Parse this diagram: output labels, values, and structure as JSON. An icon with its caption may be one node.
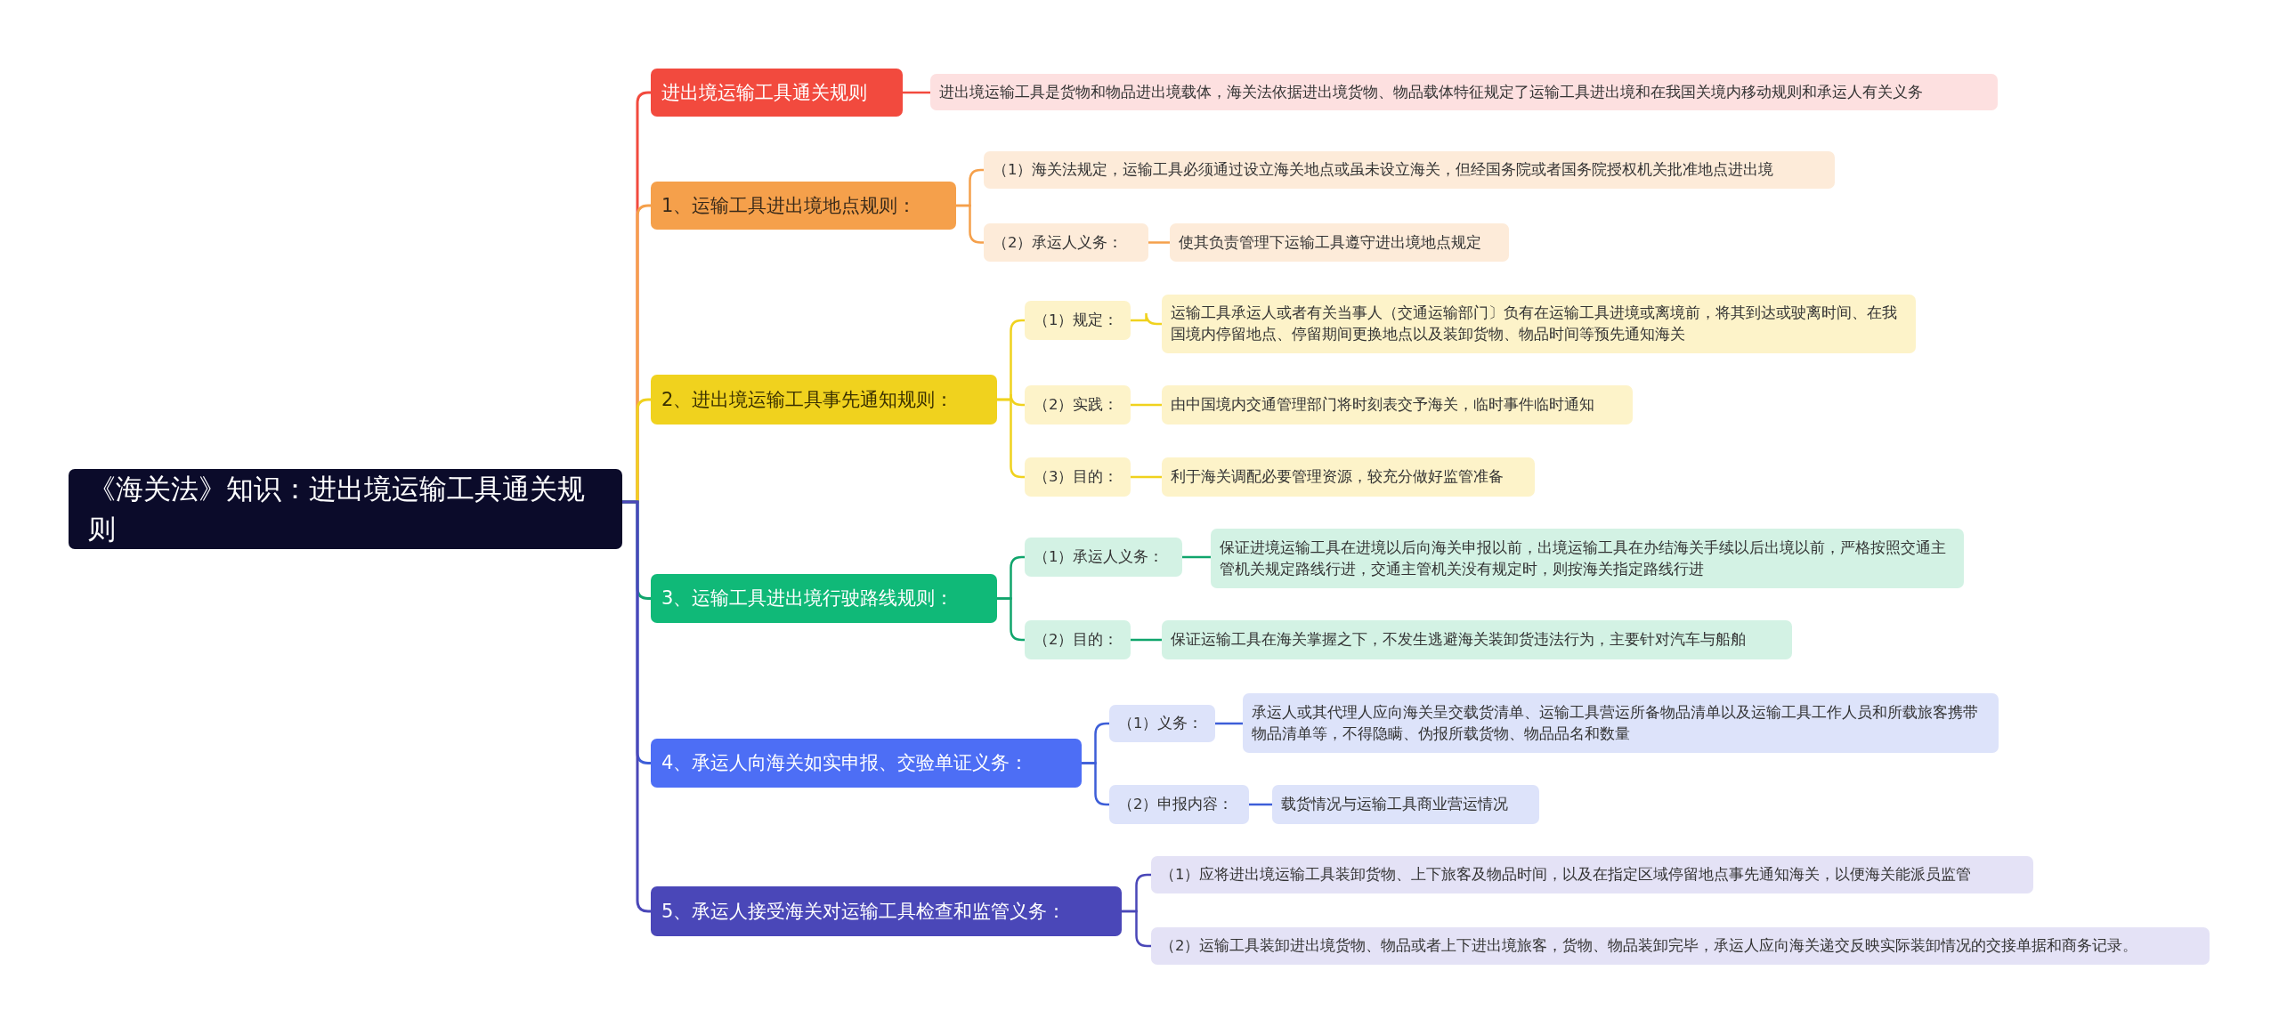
{
  "diagram": {
    "nodes": [
      {
        "text": [
          "《海关法》知识：进出境运输工具通关规则"
        ]
      },
      {
        "text": [
          "进出境运输工具通关规则"
        ]
      },
      {
        "text": [
          "进出境运输工具是货物和物品进出境载体，海关法依据进出境货物、物品载体特征规定了运输工具进出境和在我国关境内移动规则和承运人有关义务"
        ]
      },
      {
        "text": [
          "1、运输工具进出境地点规则："
        ]
      },
      {
        "text": [
          "（1）海关法规定，运输工具必须通过设立海关地点或虽未设立海关，但经国务院或者国务院授权机关批准地点进出境"
        ]
      },
      {
        "text": [
          "（2）承运人义务："
        ]
      },
      {
        "text": [
          "使其负责管理下运输工具遵守进出境地点规定"
        ]
      },
      {
        "text": [
          "2、进出境运输工具事先通知规则："
        ]
      },
      {
        "text": [
          "（1）规定："
        ]
      },
      {
        "text": [
          "运输工具承运人或者有关当事人（交通运输部门〕负有在运输工具进境或离境前，将其到达或驶离时间、在我国境内停留地点、停留期间更换地点以及装卸货物、物品时间等预先通知海关"
        ]
      },
      {
        "text": [
          "（2）实践："
        ]
      },
      {
        "text": [
          "由中国境内交通管理部门将时刻表交予海关，临时事件临时通知"
        ]
      },
      {
        "text": [
          "（3）目的："
        ]
      },
      {
        "text": [
          "利于海关调配必要管理资源，较充分做好监管准备"
        ]
      },
      {
        "text": [
          "3、运输工具进出境行驶路线规则："
        ]
      },
      {
        "text": [
          "（1）承运人义务："
        ]
      },
      {
        "text": [
          "保证进境运输工具在进境以后向海关申报以前，出境运输工具在办结海关手续以后出境以前，严格按照交通主管机关规定路线行进，交通主管机关没有规定时，则按海关指定路线行进"
        ]
      },
      {
        "text": [
          "（2）目的："
        ]
      },
      {
        "text": [
          "保证运输工具在海关掌握之下，不发生逃避海关装卸货违法行为，主要针对汽车与船舶"
        ]
      },
      {
        "text": [
          "4、承运人向海关如实申报、交验单证义务："
        ]
      },
      {
        "text": [
          "（1）义务："
        ]
      },
      {
        "text": [
          "承运人或其代理人应向海关呈交载货清单、运输工具营运所备物品清单以及运输工具工作人员和所载旅客携带物品清单等，不得隐瞒、伪报所载货物、物品品名和数量"
        ]
      },
      {
        "text": [
          "（2）申报内容："
        ]
      },
      {
        "text": [
          "载货情况与运输工具商业营运情况"
        ]
      },
      {
        "text": [
          "5、承运人接受海关对运输工具检查和监管义务："
        ]
      },
      {
        "text": [
          "（1）应将进出境运输工具装卸货物、上下旅客及物品时间，以及在指定区域停留地点事先通知海关，以便海关能派员监管"
        ]
      },
      {
        "text": [
          "（2）运输工具装卸进出境货物、物品或者上下进出境旅客，货物、物品装卸完毕，承运人应向海关递交反映实际装卸情况的交接单据和商务记录。"
        ]
      }
    ],
    "edges": [
      {
        "from": 0,
        "to": 1,
        "arrow": "none",
        "color": "#f24a3e"
      },
      {
        "from": 1,
        "to": 2,
        "arrow": "none",
        "color": "#f24a3e"
      },
      {
        "from": 0,
        "to": 3,
        "arrow": "none",
        "color": "#f5a04b"
      },
      {
        "from": 3,
        "to": 4,
        "arrow": "none",
        "color": "#f5a04b"
      },
      {
        "from": 3,
        "to": 5,
        "arrow": "none",
        "color": "#f5a04b"
      },
      {
        "from": 5,
        "to": 6,
        "arrow": "none",
        "color": "#f5a04b"
      },
      {
        "from": 0,
        "to": 7,
        "arrow": "none",
        "color": "#f0d21e"
      },
      {
        "from": 7,
        "to": 8,
        "arrow": "none",
        "color": "#f0d21e"
      },
      {
        "from": 8,
        "to": 9,
        "arrow": "none",
        "color": "#f0d21e"
      },
      {
        "from": 7,
        "to": 10,
        "arrow": "none",
        "color": "#f0d21e"
      },
      {
        "from": 10,
        "to": 11,
        "arrow": "none",
        "color": "#f0d21e"
      },
      {
        "from": 7,
        "to": 12,
        "arrow": "none",
        "color": "#f0d21e"
      },
      {
        "from": 12,
        "to": 13,
        "arrow": "none",
        "color": "#f0d21e"
      },
      {
        "from": 0,
        "to": 14,
        "arrow": "none",
        "color": "#10a56c"
      },
      {
        "from": 14,
        "to": 15,
        "arrow": "none",
        "color": "#10a56c"
      },
      {
        "from": 15,
        "to": 16,
        "arrow": "none",
        "color": "#10a56c"
      },
      {
        "from": 14,
        "to": 17,
        "arrow": "none",
        "color": "#10a56c"
      },
      {
        "from": 17,
        "to": 18,
        "arrow": "none",
        "color": "#10a56c"
      },
      {
        "from": 0,
        "to": 19,
        "arrow": "none",
        "color": "#3d5ed8"
      },
      {
        "from": 19,
        "to": 20,
        "arrow": "none",
        "color": "#3d5ed8"
      },
      {
        "from": 20,
        "to": 21,
        "arrow": "none",
        "color": "#3d5ed8"
      },
      {
        "from": 19,
        "to": 22,
        "arrow": "none",
        "color": "#3d5ed8"
      },
      {
        "from": 22,
        "to": 23,
        "arrow": "none",
        "color": "#3d5ed8"
      },
      {
        "from": 0,
        "to": 24,
        "arrow": "none",
        "color": "#4a47b8"
      },
      {
        "from": 24,
        "to": 25,
        "arrow": "none",
        "color": "#4a47b8"
      },
      {
        "from": 24,
        "to": 26,
        "arrow": "none",
        "color": "#4a47b8"
      }
    ]
  }
}
